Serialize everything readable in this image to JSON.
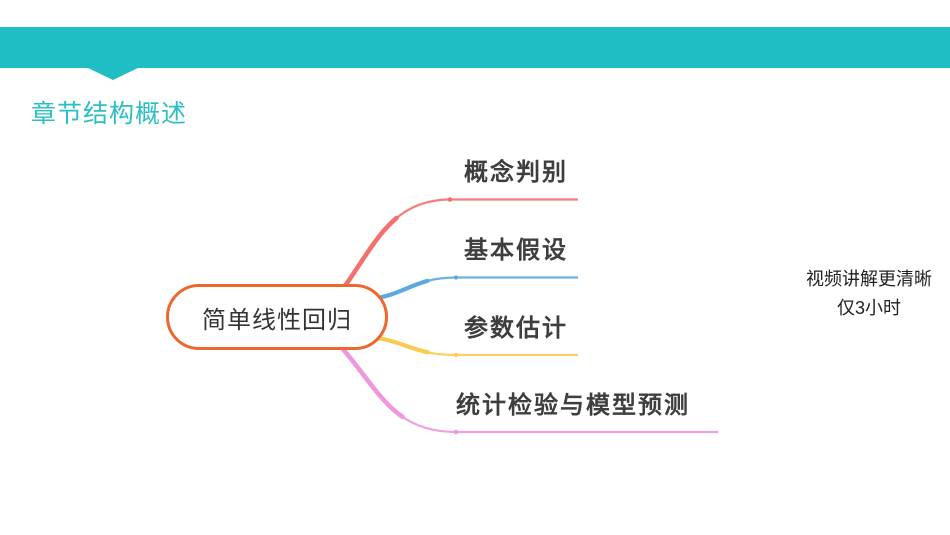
{
  "slide": {
    "title": "章节结构概述",
    "side_note": {
      "line1": "视频讲解更清晰",
      "line2": "仅3小时"
    }
  },
  "mindmap": {
    "root": {
      "label": "简单线性回归",
      "border_color": "#ED672E",
      "text_color": "#333333"
    },
    "branches": [
      {
        "label": "概念判别",
        "color": "#F2716F"
      },
      {
        "label": "基本假设",
        "color": "#5BA9E0"
      },
      {
        "label": "参数估计",
        "color": "#FACB52"
      },
      {
        "label": "统计检验与模型预测",
        "color": "#EE96DE"
      }
    ],
    "label_text_color": "#3E3E3E"
  },
  "theme": {
    "band_color": "#1EBEC4",
    "title_color": "#2BBFC5",
    "background": "#FFFFFF"
  }
}
